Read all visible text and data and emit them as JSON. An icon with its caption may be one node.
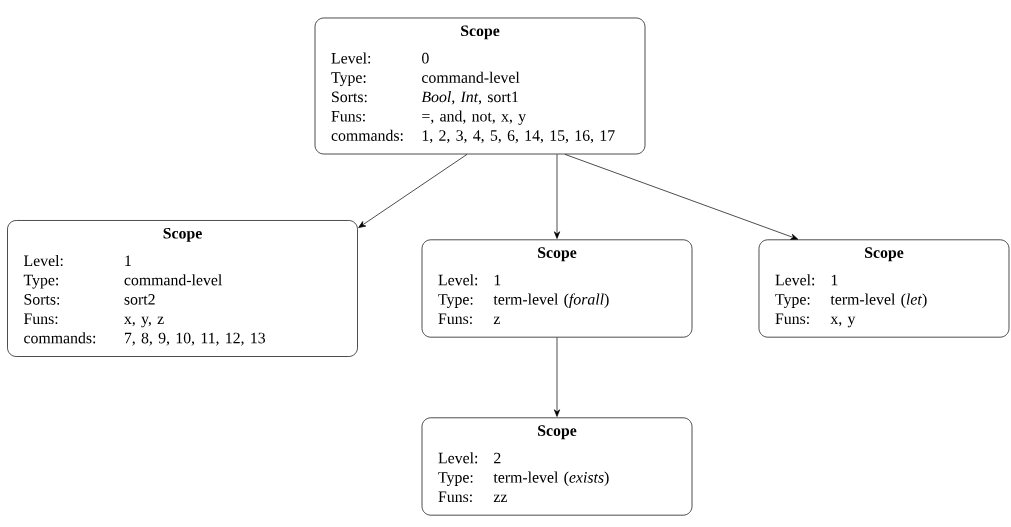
{
  "diagram": {
    "nodes": [
      {
        "text": [
          "Scope",
          "Level:",
          "0",
          "Type:",
          "command-level",
          "Sorts:",
          "*Bool*, *Int*, sort1",
          "Funs:",
          "=, and, not, x, y",
          "commands:",
          "1, 2, 3, 4, 5, 6, 14, 15, 16, 17"
        ]
      },
      {
        "text": [
          "Scope",
          "Level:",
          "1",
          "Type:",
          "command-level",
          "Sorts:",
          "sort2",
          "Funs:",
          "x, y, z",
          "commands:",
          "7, 8, 9, 10, 11, 12, 13"
        ]
      },
      {
        "text": [
          "Scope",
          "Level:",
          "1",
          "Type:",
          "term-level (*forall*)",
          "Funs:",
          "z"
        ]
      },
      {
        "text": [
          "Scope",
          "Level:",
          "1",
          "Type:",
          "term-level (*let*)",
          "Funs:",
          "x, y"
        ]
      },
      {
        "text": [
          "Scope",
          "Level:",
          "2",
          "Type:",
          "term-level (*exists*)",
          "Funs:",
          "zz"
        ]
      }
    ],
    "edges": [
      {
        "from": 0,
        "to": 1,
        "arrow": "to"
      },
      {
        "from": 0,
        "to": 2,
        "arrow": "to"
      },
      {
        "from": 0,
        "to": 3,
        "arrow": "to"
      },
      {
        "from": 2,
        "to": 4,
        "arrow": "to"
      }
    ]
  }
}
